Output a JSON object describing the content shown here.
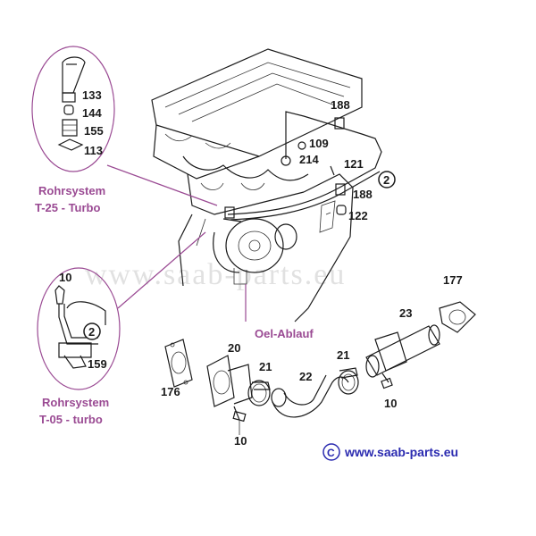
{
  "watermark": "www.saab-parts.eu",
  "copyright": {
    "symbol": "C",
    "text": "www.saab-parts.eu"
  },
  "labels": {
    "t25_line1": "Rohrsystem",
    "t25_line2": "T-25 - Turbo",
    "t05_line1": "Rohrsystem",
    "t05_line2": "T-05 - turbo",
    "oel": "Oel-Ablauf"
  },
  "parts": {
    "p133": "133",
    "p144": "144",
    "p155": "155",
    "p113": "113",
    "p188a": "188",
    "p109": "109",
    "p214": "214",
    "p121": "121",
    "p188b": "188",
    "c2a": "2",
    "p122": "122",
    "p10a": "10",
    "c2b": "2",
    "p159": "159",
    "p177": "177",
    "p23": "23",
    "p20": "20",
    "p21a": "21",
    "p21b": "21",
    "p22": "22",
    "p176": "176",
    "p10b": "10",
    "p10c": "10"
  },
  "colors": {
    "accent": "#9a4a93",
    "link": "#2b2bb0",
    "line": "#1a1a1a"
  }
}
